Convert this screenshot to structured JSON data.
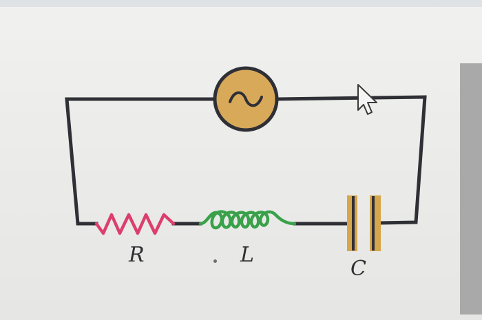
{
  "diagram": {
    "labels": {
      "resistor": "R",
      "inductor": "L",
      "capacitor": "C"
    },
    "icons": {
      "source": "ac-source-icon",
      "cursor": "mouse-cursor-icon"
    },
    "colors": {
      "wire": "#2f2f36",
      "resistor": "#dc3e6e",
      "inductor": "#39a14a",
      "capacitor": "#d6a64d",
      "source_fill": "#d9a95a"
    }
  }
}
